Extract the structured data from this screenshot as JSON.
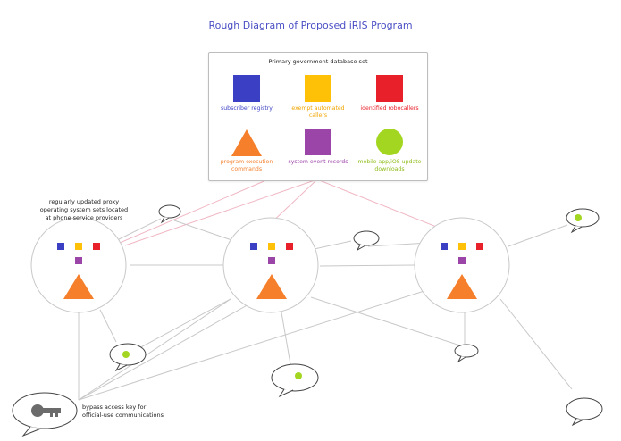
{
  "title": "Rough Diagram of Proposed iRIS Program",
  "database": {
    "title": "Primary government database set",
    "items": [
      {
        "label": "subscriber registry",
        "color": "#3b3fc4",
        "shape": "square"
      },
      {
        "label": "exempt automated callers",
        "color": "#ffc107",
        "shape": "square"
      },
      {
        "label": "identified robocallers",
        "color": "#e8202a",
        "shape": "square"
      },
      {
        "label": "program execution commands",
        "color": "#f57f2a",
        "shape": "triangle"
      },
      {
        "label": "system event records",
        "color": "#9b45a8",
        "shape": "square"
      },
      {
        "label": "mobile app/iOS update downloads",
        "color": "#a3d620",
        "shape": "circle"
      }
    ]
  },
  "proxy_note": "regularly updated proxy operating system sets located at phone service providers",
  "key_note": "bypass access key for official-use communications",
  "colors": {
    "line": "#c8c8c8",
    "pink_line": "#f0b7c4",
    "bubble_dot": "#a3d620"
  }
}
